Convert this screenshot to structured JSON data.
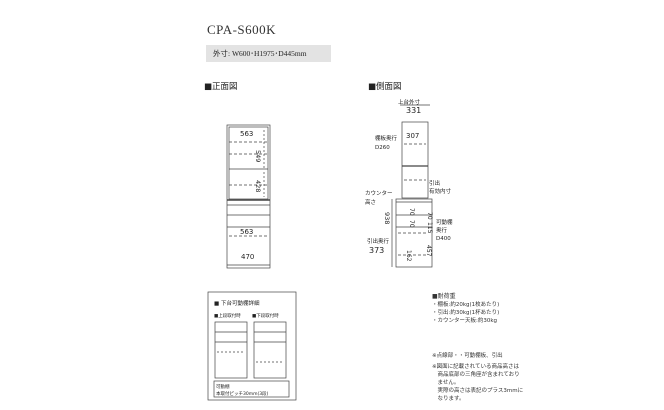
{
  "title": "CPA-S600K",
  "outer_dimensions": "外寸: W600･H1975･D445mm",
  "front_view": {
    "label": "■正面図",
    "dims": [
      "563",
      "549",
      "428",
      "563",
      "470"
    ]
  },
  "side_view": {
    "label": "■側面図",
    "top_outer": "上台外寸",
    "top_outer_value": "331",
    "inner_depth": "307",
    "shelf_depth_label": "棚板奥行",
    "shelf_depth_value": "D260",
    "drawer_inner_label": "引出\n有効内寸",
    "counter_label": "カウンター\n高さ",
    "counter_value": "938",
    "drawer_depth_label": "引出奥行",
    "drawer_depth_value": "373",
    "movable_shelf_label": "可動棚\n奥行\nD400",
    "dims": [
      "70",
      "70",
      "115",
      "70",
      "162",
      "457"
    ]
  },
  "detail": {
    "title": "■ 下台可動棚詳細",
    "left_caption": "■上段取付時",
    "right_caption": "■下段取付時",
    "note_line1": "可動棚",
    "note_line2": "本取付ピッチ30mm(3段)"
  },
  "load": {
    "title": "■耐荷重",
    "items": [
      "・棚板:約20kg(1枚あたり)",
      "・引出:約30kg(1杯あたり)",
      "・カウンター天板:約30kg"
    ]
  },
  "notes": [
    "※点線部・・可動棚板、引出",
    "※図面に記載されている商品高さは",
    "　商品底部の三角座が含まれており",
    "　ません。",
    "　実際の高さは表記のプラス3mmに",
    "　なります。"
  ]
}
